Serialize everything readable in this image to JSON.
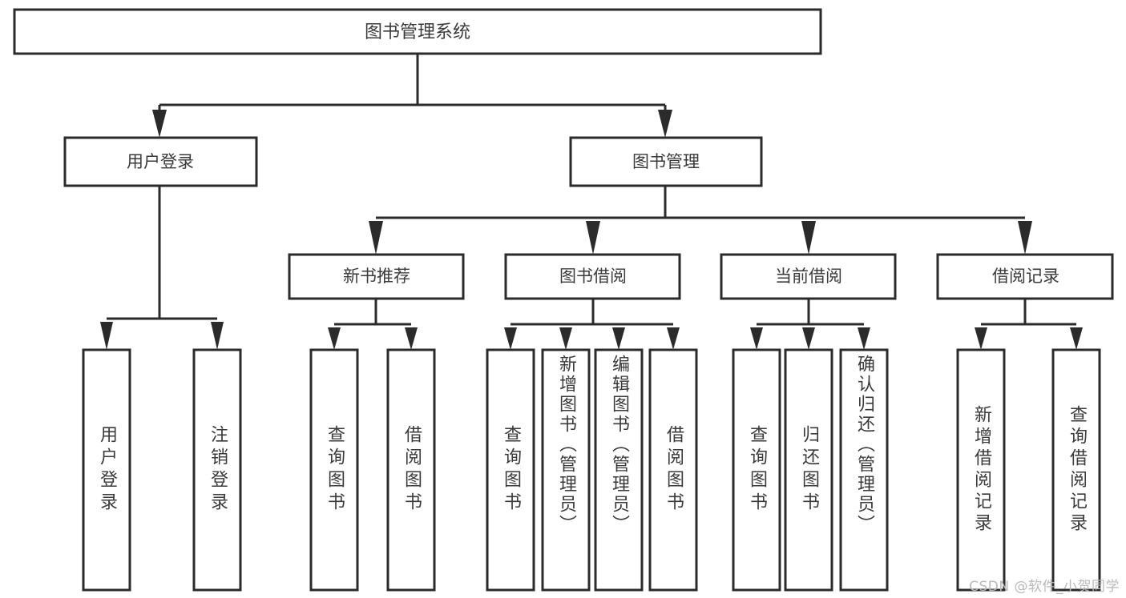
{
  "diagram": {
    "title": "图书管理系统",
    "type": "tree-hierarchy-chart",
    "watermark": "CSDN @软件_小贺同学",
    "stroke_color": "#2b2b2b",
    "text_color": "#3a3a3a",
    "background_color": "#ffffff",
    "root": {
      "label": "图书管理系统"
    },
    "level2": [
      {
        "label": "用户登录"
      },
      {
        "label": "图书管理"
      }
    ],
    "level3": [
      {
        "label": "新书推荐"
      },
      {
        "label": "图书借阅"
      },
      {
        "label": "当前借阅"
      },
      {
        "label": "借阅记录"
      }
    ],
    "leaves": {
      "user_login": [
        {
          "label": "用户登录"
        },
        {
          "label": "注销登录"
        }
      ],
      "new_book_recommend": [
        {
          "label": "查询图书"
        },
        {
          "label": "借阅图书"
        }
      ],
      "book_borrow": [
        {
          "label": "查询图书"
        },
        {
          "label": "新增图书（管理员）"
        },
        {
          "label": "编辑图书（管理员）"
        },
        {
          "label": "借阅图书"
        }
      ],
      "current_borrow": [
        {
          "label": "查询图书"
        },
        {
          "label": "归还图书"
        },
        {
          "label": "确认归还（管理员）"
        }
      ],
      "borrow_record": [
        {
          "label": "新增借阅记录"
        },
        {
          "label": "查询借阅记录"
        }
      ]
    }
  }
}
